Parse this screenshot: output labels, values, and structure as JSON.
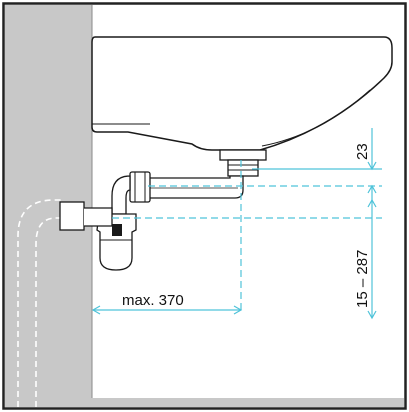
{
  "diagram": {
    "colors": {
      "wall": "#c8c8c8",
      "wall_edge": "#8a8a8a",
      "frame": "#222222",
      "outline": "#1a1a1a",
      "dimension": "#4fc3d9",
      "white": "#ffffff"
    },
    "labels": {
      "max_distance": "max. 370",
      "top_offset": "23",
      "height_range": "15 – 287"
    }
  }
}
